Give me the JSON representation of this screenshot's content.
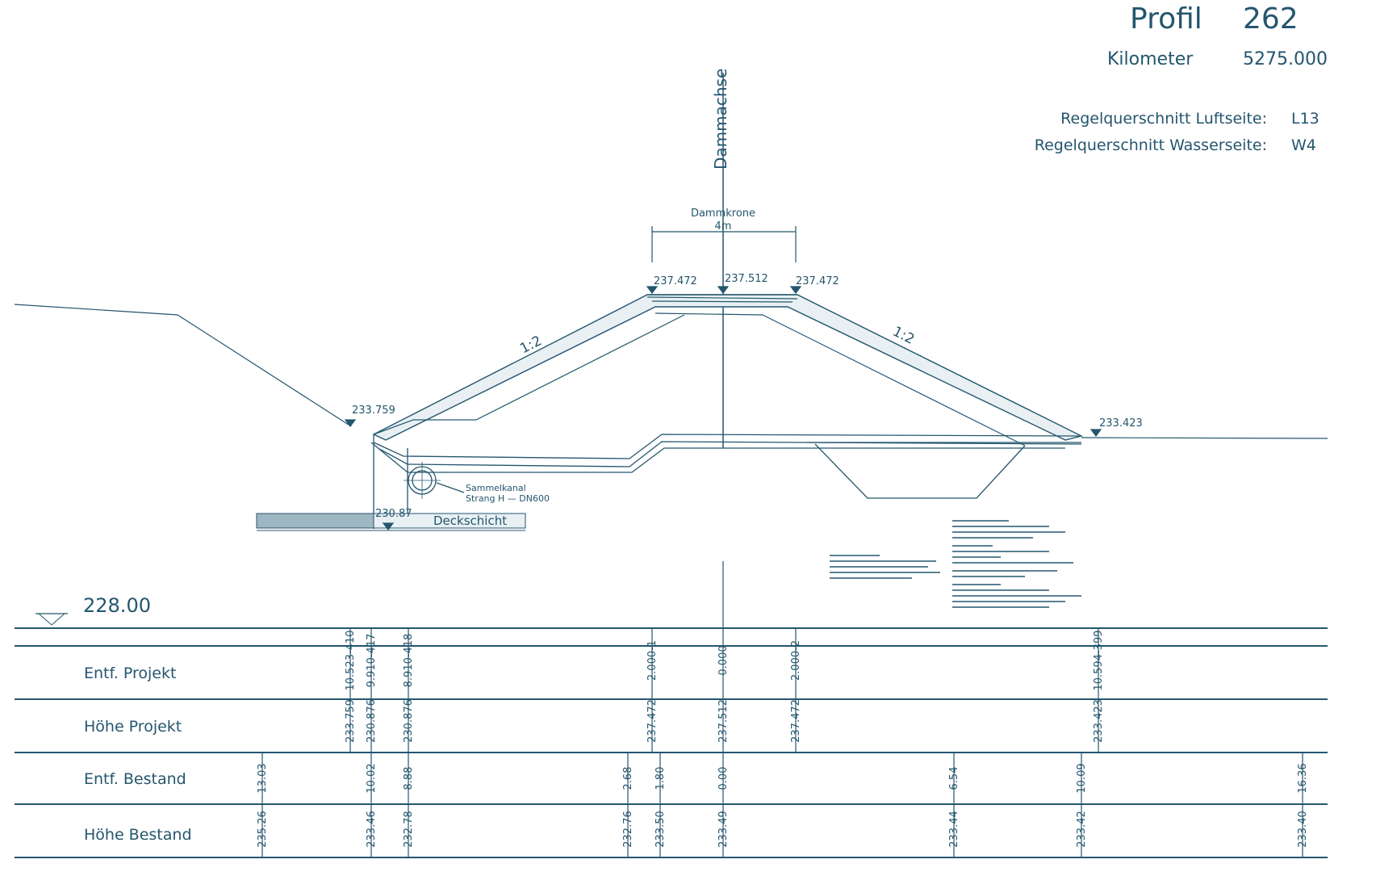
{
  "header": {
    "profile_label": "Profil",
    "profile_number": "262",
    "km_label": "Kilometer",
    "km_value": "5275.000",
    "luftseite_label": "Regelquerschnitt Luftseite:",
    "luftseite_value": "L13",
    "wasserseite_label": "Regelquerschnitt Wasserseite:",
    "wasserseite_value": "W4"
  },
  "section": {
    "axis_label": "Dammachse",
    "crest_label": "Dammkrone",
    "crest_width": "4m",
    "slope_left": "1:2",
    "slope_right": "1:2",
    "elev_crest_left": "237.472",
    "elev_crest_mid": "237.512",
    "elev_crest_right": "237.472",
    "elev_toe_left": "233.759",
    "elev_toe_right": "233.423",
    "elev_bottom": "230.87",
    "pipe_label_1": "Sammelkanal",
    "pipe_label_2": "Strang H — DN600",
    "layer_label": "Deckschicht",
    "reference_level": "228.00"
  },
  "table": {
    "rows": [
      {
        "label": "Entf. Projekt"
      },
      {
        "label": "Höhe Projekt"
      },
      {
        "label": "Entf. Bestand"
      },
      {
        "label": "Höhe Bestand"
      }
    ],
    "entf_projekt": [
      "10.523-410",
      "9.910-417",
      "8.910-418",
      "2.000-1",
      "0.000",
      "2.000-2",
      "10.594-399"
    ],
    "hoehe_projekt": [
      "233.759",
      "230.876",
      "230.876",
      "237.472",
      "237.512",
      "237.472",
      "233.423"
    ],
    "entf_bestand": [
      "13.03",
      "10.02",
      "8.88",
      "2.68",
      "1.80",
      "0.00",
      "6.54",
      "10.09",
      "16.36"
    ],
    "hoehe_bestand": [
      "235.26",
      "233.46",
      "232.78",
      "232.76",
      "233.50",
      "233.49",
      "233.44",
      "233.42",
      "233.40"
    ]
  },
  "colors": {
    "ink": "#24566e"
  }
}
